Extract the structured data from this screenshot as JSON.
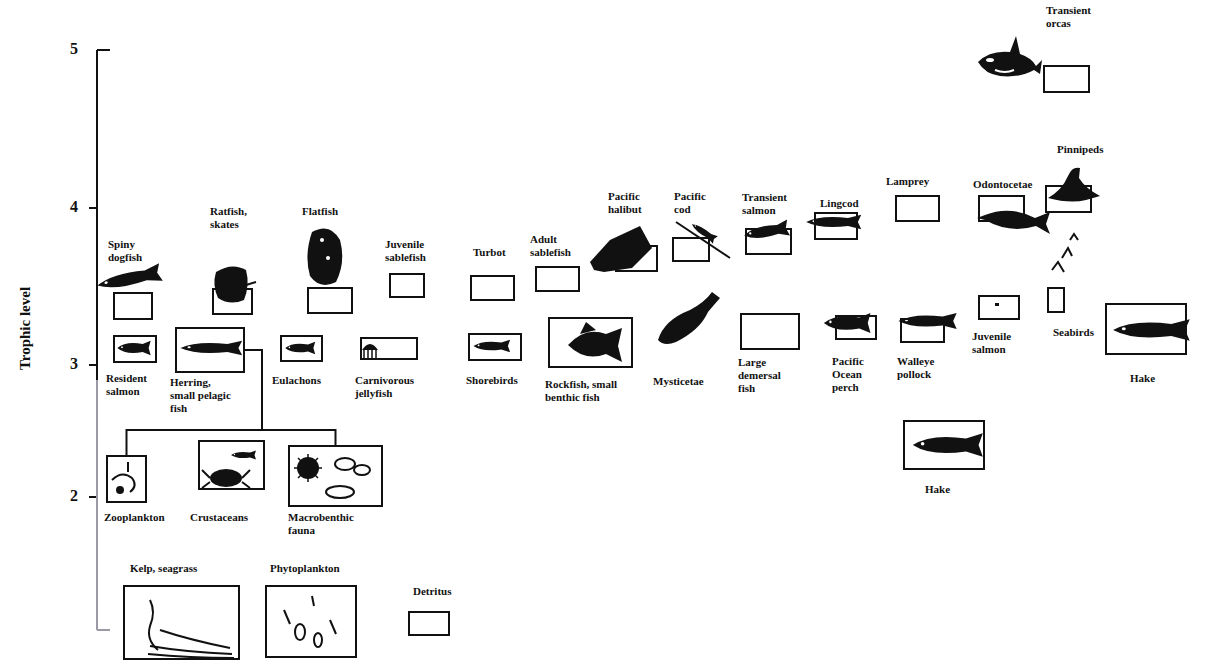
{
  "diagram": {
    "nodes": [
      {
        "text": [
          "Transient orcas"
        ]
      },
      {
        "text": [
          "Pinnipeds"
        ]
      },
      {
        "text": [
          "Spiny dogfish"
        ]
      },
      {
        "text": [
          "Ratfish, skates"
        ]
      },
      {
        "text": [
          "Flatfish"
        ]
      },
      {
        "text": [
          "Juvenile sablefish"
        ]
      },
      {
        "text": [
          "Turbot"
        ]
      },
      {
        "text": [
          "Adult sablefish"
        ]
      },
      {
        "text": [
          "Pacific halibut"
        ]
      },
      {
        "text": [
          "Pacific cod"
        ]
      },
      {
        "text": [
          "Transient salmon"
        ]
      },
      {
        "text": [
          "Lingcod"
        ]
      },
      {
        "text": [
          "Lamprey"
        ]
      },
      {
        "text": [
          "Odontocetae"
        ]
      },
      {
        "text": [
          "Resident salmon"
        ]
      },
      {
        "text": [
          "Herring, small pelagic fish"
        ]
      },
      {
        "text": [
          "Eulachons"
        ]
      },
      {
        "text": [
          "Carnivorous jellyfish"
        ]
      },
      {
        "text": [
          "Shorebirds"
        ]
      },
      {
        "text": [
          "Rockfish, small benthic fish"
        ]
      },
      {
        "text": [
          "Large demersal fish"
        ]
      },
      {
        "text": [
          "Pacific Ocean perch"
        ]
      },
      {
        "text": [
          "Walleye pollock"
        ]
      },
      {
        "text": [
          "Juvenile salmon"
        ]
      },
      {
        "text": [
          "Seabirds"
        ]
      },
      {
        "text": [
          "Hake"
        ]
      },
      {
        "text": [
          "Hake"
        ]
      },
      {
        "text": [
          "Zooplankton"
        ]
      },
      {
        "text": [
          "Crustaceans"
        ]
      },
      {
        "text": [
          "Macrobenthic fauna"
        ]
      },
      {
        "text": [
          "Kelp, seagrass"
        ]
      },
      {
        "text": [
          "Phytoplankton"
        ]
      },
      {
        "text": [
          "Detritus"
        ]
      }
    ],
    "edges": [
      {
        "from": 15,
        "to": 27,
        "arrow": "none"
      },
      {
        "from": 15,
        "to": 29,
        "arrow": "none"
      }
    ],
    "labels": [
      "5",
      "4",
      "3",
      "2",
      "Trophic level",
      "Mysticetae"
    ]
  }
}
